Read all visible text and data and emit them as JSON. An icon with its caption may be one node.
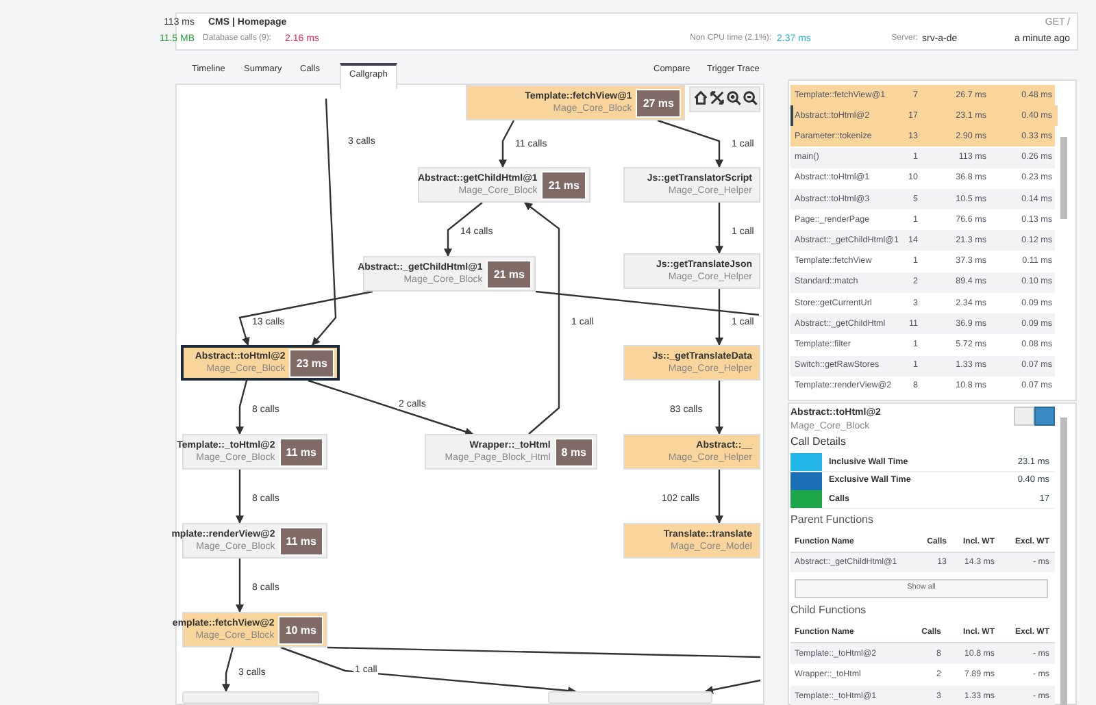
{
  "diagram": {
    "nodes": [
      {
        "text": [
          "Template::fetchView@1",
          "Mage_Core_Block",
          "27 ms"
        ]
      },
      {
        "text": [
          "Abstract::getChildHtml@1",
          "Mage_Core_Block",
          "21 ms"
        ]
      },
      {
        "text": [
          "Js::getTranslatorScript",
          "Mage_Core_Helper"
        ]
      },
      {
        "text": [
          "Abstract::_getChildHtml@1",
          "Mage_Core_Block",
          "21 ms"
        ]
      },
      {
        "text": [
          "Js::getTranslateJson",
          "Mage_Core_Helper"
        ]
      },
      {
        "text": [
          "Abstract::toHtml@2",
          "Mage_Core_Block",
          "23 ms"
        ]
      },
      {
        "text": [
          "Js::_getTranslateData",
          "Mage_Core_Helper"
        ]
      },
      {
        "text": [
          "Template::_toHtml@2",
          "Mage_Core_Block",
          "11 ms"
        ]
      },
      {
        "text": [
          "Wrapper::_toHtml",
          "Mage_Page_Block_Html",
          "8 ms"
        ]
      },
      {
        "text": [
          "Abstract::__",
          "Mage_Core_Helper"
        ]
      },
      {
        "text": [
          "mplate::renderView@2",
          "Mage_Core_Block",
          "11 ms"
        ]
      },
      {
        "text": [
          "Translate::translate",
          "Mage_Core_Model"
        ]
      },
      {
        "text": [
          "emplate::fetchView@2",
          "Mage_Core_Block",
          "10 ms"
        ]
      },
      {
        "text": [],
        "shape": "box"
      },
      {
        "text": [],
        "shape": "box"
      }
    ],
    "edges": [
      {
        "from": null,
        "to": 5,
        "arrow": "to",
        "label": "3 calls"
      },
      {
        "from": 0,
        "to": 1,
        "arrow": "to",
        "label": "11 calls"
      },
      {
        "from": 0,
        "to": 2,
        "arrow": "to",
        "label": "1 call"
      },
      {
        "from": 1,
        "to": 3,
        "arrow": "to",
        "label": "14 calls"
      },
      {
        "from": 2,
        "to": 4,
        "arrow": "to",
        "label": "1 call"
      },
      {
        "from": 3,
        "to": 5,
        "arrow": "to",
        "label": "13 calls"
      },
      {
        "from": 3,
        "to": null,
        "arrow": "none"
      },
      {
        "from": 8,
        "to": 1,
        "arrow": "to",
        "label": "1 call"
      },
      {
        "from": 4,
        "to": 6,
        "arrow": "to",
        "label": "1 call"
      },
      {
        "from": 5,
        "to": 7,
        "arrow": "to",
        "label": "8 calls"
      },
      {
        "from": 5,
        "to": 8,
        "arrow": "to",
        "label": "2 calls"
      },
      {
        "from": 6,
        "to": 9,
        "arrow": "to",
        "label": "83 calls"
      },
      {
        "from": 7,
        "to": 10,
        "arrow": "to",
        "label": "8 calls"
      },
      {
        "from": 9,
        "to": 11,
        "arrow": "to",
        "label": "102 calls"
      },
      {
        "from": 10,
        "to": 12,
        "arrow": "to",
        "label": "8 calls"
      },
      {
        "from": 12,
        "to": 13,
        "arrow": "to",
        "label": "3 calls"
      },
      {
        "from": 12,
        "to": 14,
        "arrow": "to",
        "label": "1 call"
      },
      {
        "from": 12,
        "to": null,
        "arrow": "none"
      },
      {
        "from": null,
        "to": 14,
        "arrow": "to"
      }
    ],
    "labels": [
      "113 ms",
      "CMS | Homepage",
      "GET /",
      "11.5 MB",
      "Database calls (9):",
      "2.16 ms",
      "Non CPU time (2.1%):",
      "2.37 ms",
      "Server:",
      "srv-a-de",
      "a minute ago",
      "Timeline",
      "Summary",
      "Calls",
      "Callgraph",
      "Compare",
      "Trigger Trace",
      "Template::fetchView@1",
      "7",
      "26.7 ms",
      "0.48 ms",
      "Abstract::toHtml@2",
      "17",
      "23.1 ms",
      "0.40 ms",
      "Parameter::tokenize",
      "13",
      "2.90 ms",
      "0.33 ms",
      "main()",
      "1",
      "113 ms",
      "0.26 ms",
      "Abstract::toHtml@1",
      "10",
      "36.8 ms",
      "0.23 ms",
      "Abstract::toHtml@3",
      "5",
      "10.5 ms",
      "0.14 ms",
      "Page::_renderPage",
      "1",
      "76.6 ms",
      "0.13 ms",
      "Abstract::_getChildHtml@1",
      "14",
      "21.3 ms",
      "0.12 ms",
      "Template::fetchView",
      "1",
      "37.3 ms",
      "0.11 ms",
      "Standard::match",
      "2",
      "89.4 ms",
      "0.10 ms",
      "Store::getCurrentUrl",
      "3",
      "2.34 ms",
      "0.09 ms",
      "Abstract::_getChildHtml",
      "11",
      "36.9 ms",
      "0.09 ms",
      "Template::filter",
      "1",
      "5.72 ms",
      "0.08 ms",
      "Switch::getRawStores",
      "1",
      "1.33 ms",
      "0.07 ms",
      "Template::renderView@2",
      "8",
      "10.8 ms",
      "0.07 ms",
      "Abstract::toHtml@2",
      "Mage_Core_Block",
      "Call Details",
      "Inclusive Wall Time",
      "23.1 ms",
      "Exclusive Wall Time",
      "0.40 ms",
      "Calls",
      "17",
      "Parent Functions",
      "Function Name",
      "Calls",
      "Incl. WT",
      "Excl. WT",
      "Abstract::_getChildHtml@1",
      "13",
      "14.3 ms",
      "- ms",
      "Show all",
      "Child Functions",
      "Function Name",
      "Calls",
      "Incl. WT",
      "Excl. WT",
      "Template::_toHtml@2",
      "8",
      "10.8 ms",
      "- ms",
      "Wrapper::_toHtml",
      "2",
      "7.89 ms",
      "- ms",
      "Template::_toHtml@1",
      "3",
      "1.33 ms",
      "- ms"
    ]
  }
}
